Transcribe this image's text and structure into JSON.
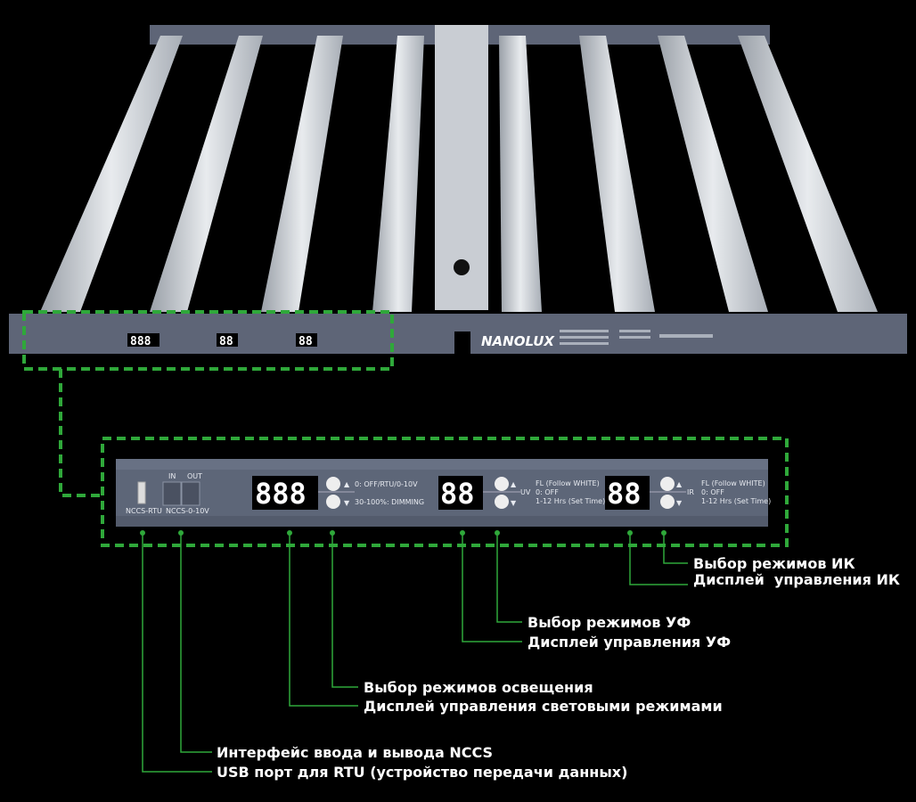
{
  "fixture": {
    "brand": "NANOLUX",
    "displays": [
      "888",
      "88",
      "88"
    ]
  },
  "panel": {
    "usb_label": "NCCS-RTU",
    "port_in": "IN",
    "port_out": "OUT",
    "port_label": "NCCS-0-10V",
    "main_display": "888",
    "main_modes": [
      "0: OFF/RTU/0-10V",
      "30-100%: DIMMING"
    ],
    "uv_display": "88",
    "uv_tag": "UV",
    "uv_modes": [
      "FL (Follow WHITE)",
      "0: OFF",
      "1-12 Hrs (Set Time)"
    ],
    "ir_display": "88",
    "ir_tag": "IR",
    "ir_modes": [
      "FL (Follow WHITE)",
      "0: OFF",
      "1-12 Hrs (Set Time)"
    ]
  },
  "callouts": {
    "ir_select": "Выбор режимов ИК",
    "ir_display": "Дисплей  управления ИК",
    "uv_select": "Выбор режимов УФ",
    "uv_display": "Дисплей управления УФ",
    "light_select": "Выбор режимов освещения",
    "light_display": "Дисплей управления световыми режимами",
    "nccs": "Интерфейс ввода и вывода NCCS",
    "usb": "USB порт для RTU (устройство передачи данных)"
  },
  "colors": {
    "accent": "#2fa83a",
    "panel": "#5d6678",
    "bar": "#d7dbe0"
  }
}
